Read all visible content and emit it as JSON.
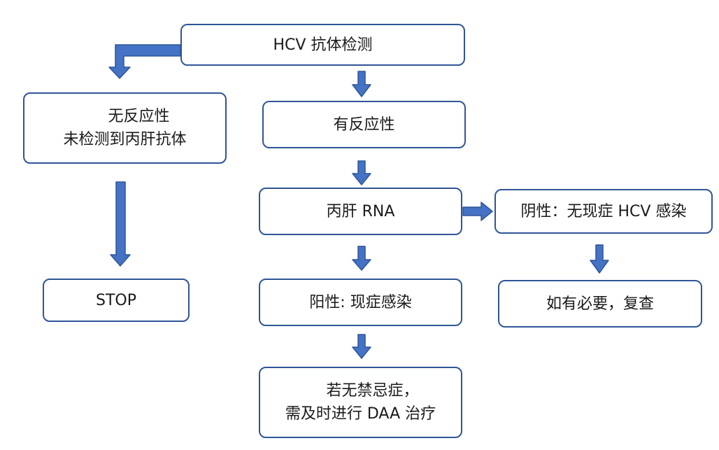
{
  "diagram": {
    "colors": {
      "box_border": "#2f5597",
      "arrow_fill": "#4472c4",
      "arrow_stroke": "#2f5597",
      "text": "#1a1a1a"
    },
    "nodes": {
      "hcv_antibody_test": {
        "line1": "HCV 抗体检测"
      },
      "nonreactive": {
        "line1": "无反应性",
        "line2": "未检测到丙肝抗体"
      },
      "reactive": {
        "line1": "有反应性"
      },
      "hcv_rna": {
        "line1": "丙肝 RNA"
      },
      "negative": {
        "line1": "阴性：无现症 HCV 感染"
      },
      "stop": {
        "line1": "STOP"
      },
      "positive": {
        "line1": "阳性: 现症感染"
      },
      "recheck": {
        "line1": "如有必要，复查"
      },
      "treatment": {
        "line1": "若无禁忌症，",
        "line2": "需及时进行 DAA 治疗"
      }
    }
  }
}
